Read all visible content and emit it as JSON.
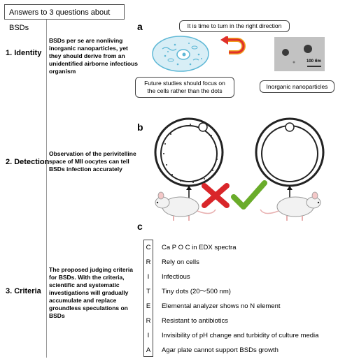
{
  "header": {
    "title": "Answers to 3 questions about BSDs"
  },
  "rows": [
    {
      "title": "1. Identity",
      "text_lines": [
        "BSDs per se are nonliving",
        "inorganic nanoparticles, yet",
        "they should derive from an",
        "unidentified airborne infectious",
        "organism"
      ]
    },
    {
      "title": "2. Detection",
      "text_lines": [
        "Observation of the perivitelline",
        "space of MII oocytes can tell",
        "BSDs infection accurately"
      ]
    },
    {
      "title": "3. Criteria",
      "text_lines": [
        "The proposed judging criteria",
        "for BSDs. With the criteria,",
        "scientific and systematic",
        "investigations will gradually",
        "accumulate and replace",
        "groundless speculations on",
        "BSDs"
      ]
    }
  ],
  "panel_a": {
    "letter": "a",
    "top_callout": "It is time to turn in the right direction",
    "left_callout_lines": [
      "Future studies should focus on",
      "the cells rather than the dots"
    ],
    "right_callout": "Inorganic nanoparticles",
    "scale_label": "100 nm"
  },
  "panel_b": {
    "letter": "b"
  },
  "panel_c": {
    "letter": "c",
    "criteria": [
      {
        "letter": "C",
        "text": "Ca P O C in EDX spectra"
      },
      {
        "letter": "R",
        "text": "Rely on cells"
      },
      {
        "letter": "I",
        "text": "Infectious"
      },
      {
        "letter": "T",
        "text": "Tiny dots (20～500 nm)"
      },
      {
        "letter": "E",
        "text": "Elemental analyzer shows no N element"
      },
      {
        "letter": "R",
        "text": "Resistant to antibiotics"
      },
      {
        "letter": "I",
        "text": "Invisibility of pH change and turbidity of culture media"
      },
      {
        "letter": "A",
        "text": "Agar plate cannot support BSDs growth"
      }
    ]
  },
  "colors": {
    "cell_blue": "#5fb8d6",
    "arrow_red": "#e0302a",
    "arrow_orange": "#f0a020",
    "cross_red": "#d9262a",
    "check_green": "#6aac2a"
  }
}
